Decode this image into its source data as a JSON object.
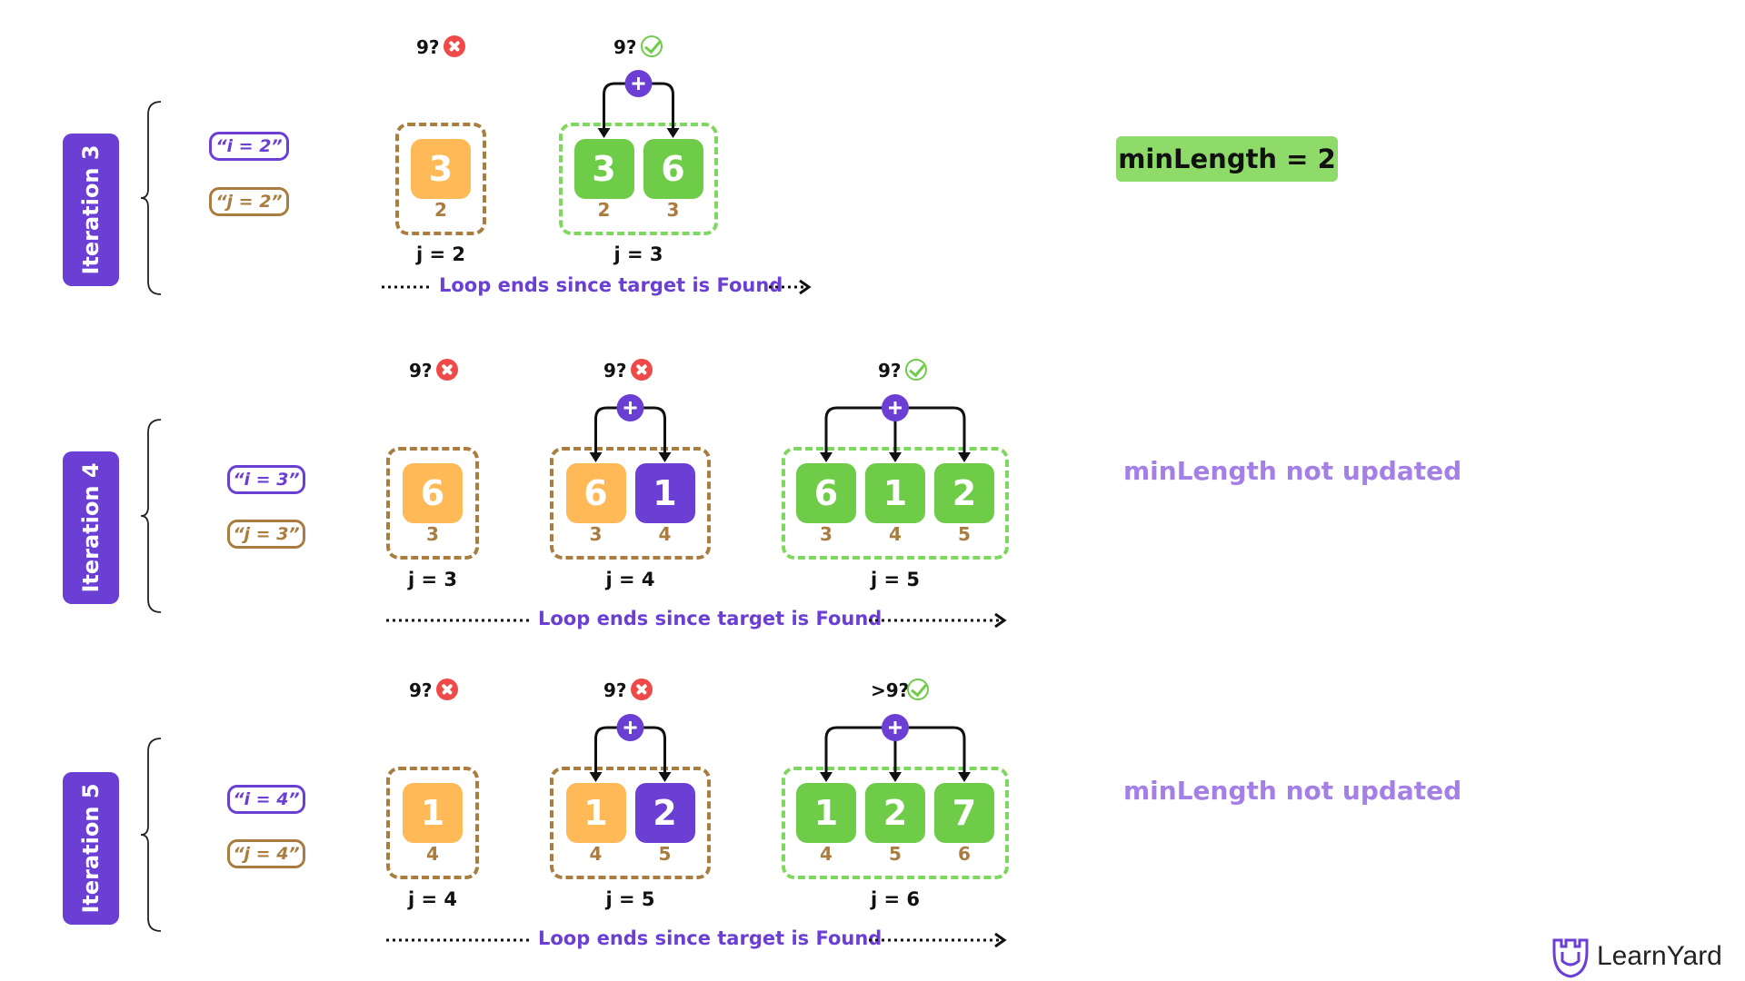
{
  "iterations": [
    {
      "label": "Iteration 3",
      "i_label": "“i = 2”",
      "j_label": "“j = 2”",
      "groups": [
        {
          "check": "9?",
          "status": "fail",
          "cells": [
            {
              "value": "3",
              "index": "2",
              "color": "orange"
            }
          ],
          "j": "j = 2",
          "border": "brown"
        },
        {
          "check": "9?",
          "status": "ok",
          "cells": [
            {
              "value": "3",
              "index": "2",
              "color": "green"
            },
            {
              "value": "6",
              "index": "3",
              "color": "green"
            }
          ],
          "j": "j = 3",
          "border": "green"
        }
      ],
      "loop_text": "Loop ends since target is Found",
      "min_prefix": "minLength = ",
      "min_value": "2",
      "result_text": ""
    },
    {
      "label": "Iteration 4",
      "i_label": "“i = 3”",
      "j_label": "“j = 3”",
      "groups": [
        {
          "check": "9?",
          "status": "fail",
          "cells": [
            {
              "value": "6",
              "index": "3",
              "color": "orange"
            }
          ],
          "j": "j = 3",
          "border": "brown"
        },
        {
          "check": "9?",
          "status": "fail",
          "cells": [
            {
              "value": "6",
              "index": "3",
              "color": "orange"
            },
            {
              "value": "1",
              "index": "4",
              "color": "purple"
            }
          ],
          "j": "j = 4",
          "border": "brown"
        },
        {
          "check": "9?",
          "status": "ok",
          "cells": [
            {
              "value": "6",
              "index": "3",
              "color": "green"
            },
            {
              "value": "1",
              "index": "4",
              "color": "green"
            },
            {
              "value": "2",
              "index": "5",
              "color": "green"
            }
          ],
          "j": "j = 5",
          "border": "green"
        }
      ],
      "loop_text": "Loop ends since target is Found",
      "result_text": "minLength not updated"
    },
    {
      "label": "Iteration 5",
      "i_label": "“i = 4”",
      "j_label": "“j = 4”",
      "groups": [
        {
          "check": "9?",
          "status": "fail",
          "cells": [
            {
              "value": "1",
              "index": "4",
              "color": "orange"
            }
          ],
          "j": "j = 4",
          "border": "brown"
        },
        {
          "check": "9?",
          "status": "fail",
          "cells": [
            {
              "value": "1",
              "index": "4",
              "color": "orange"
            },
            {
              "value": "2",
              "index": "5",
              "color": "purple"
            }
          ],
          "j": "j = 5",
          "border": "brown"
        },
        {
          "check": ">9?",
          "status": "ok",
          "cells": [
            {
              "value": "1",
              "index": "4",
              "color": "green"
            },
            {
              "value": "2",
              "index": "5",
              "color": "green"
            },
            {
              "value": "7",
              "index": "6",
              "color": "green"
            }
          ],
          "j": "j = 6",
          "border": "green"
        }
      ],
      "loop_text": "Loop ends since target is Found",
      "result_text": "minLength not updated"
    }
  ],
  "logo": {
    "text": "LearnYard"
  },
  "colors": {
    "purple": "#6B3FD4",
    "brown": "#A97C3F",
    "orange": "#FFB957",
    "green": "#6ECC48",
    "green_border": "#7FD85E",
    "red": "#F04A48",
    "light_purple": "#A47FE6"
  }
}
